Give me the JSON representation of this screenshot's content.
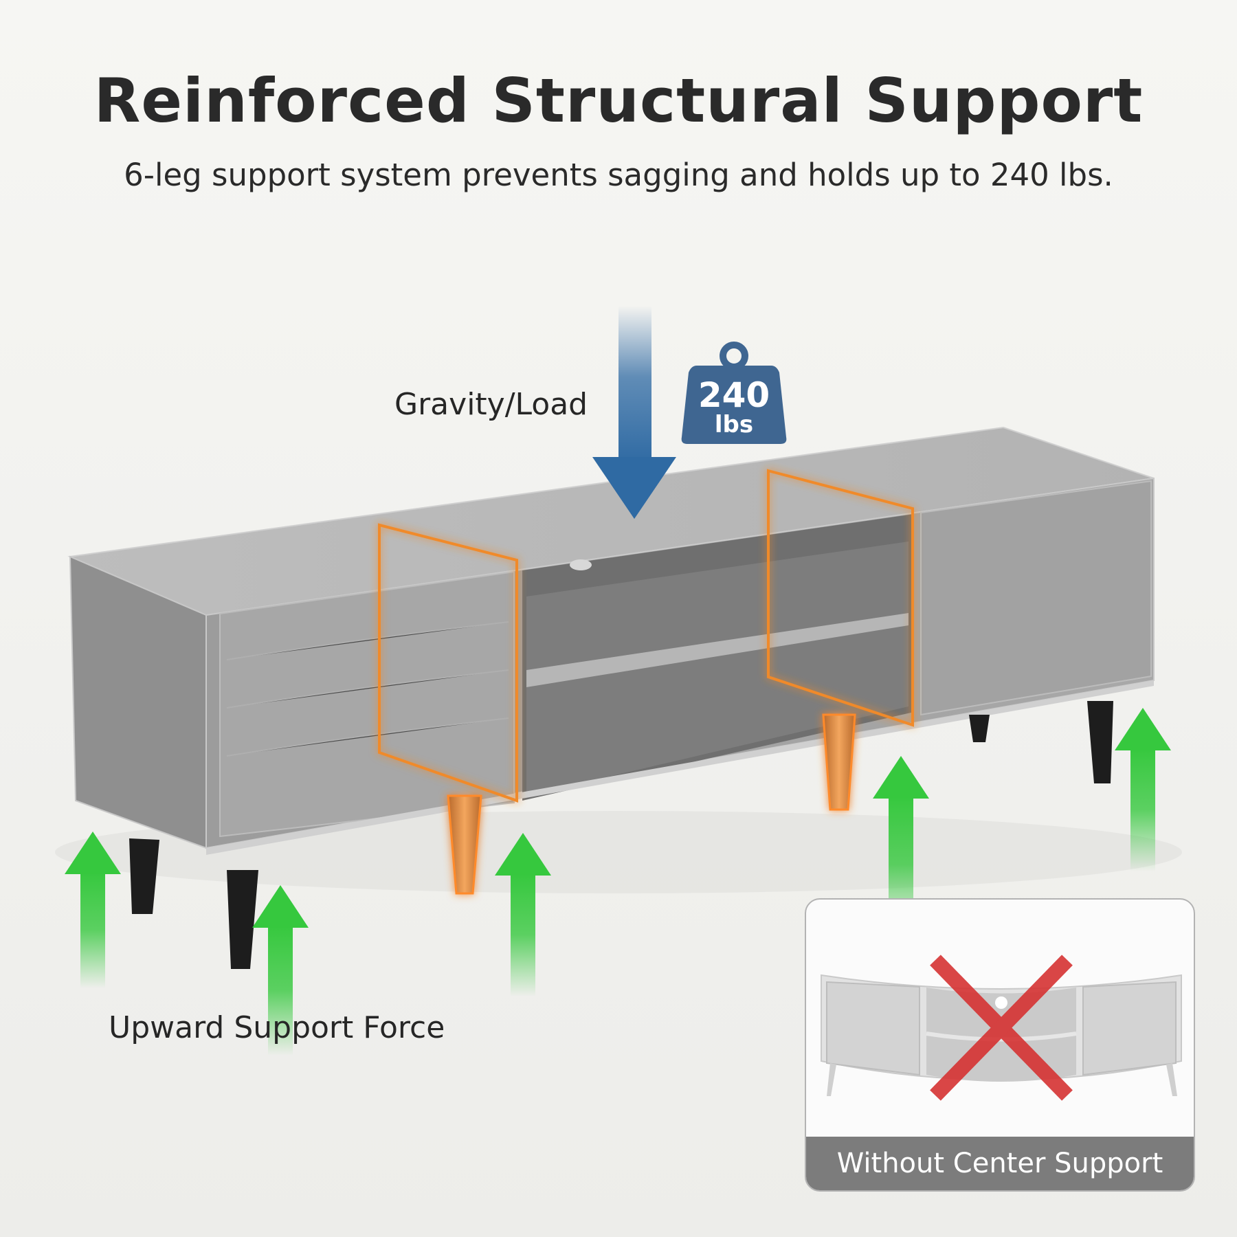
{
  "header": {
    "title": "Reinforced Structural Support",
    "subtitle": "6-leg support system prevents sagging and holds up to 240 lbs."
  },
  "annotations": {
    "gravity_label": "Gravity/Load",
    "upward_label": "Upward Support Force"
  },
  "weight_badge": {
    "value": "240",
    "unit": "lbs"
  },
  "inset": {
    "caption": "Without Center Support"
  },
  "colors": {
    "background": "#f2f2ef",
    "title_text": "#2a2a2a",
    "load_arrow": "#2f6aa3",
    "weight_badge": "#3f6691",
    "support_arrow": "#36c83e",
    "highlight": "#f08a2c",
    "cabinet": "#a3a3a3",
    "cross": "#d63333"
  },
  "icons": {
    "load_arrow": "down-arrow-icon",
    "support_arrows": "up-arrow-icon",
    "weight": "kettlebell-weight-icon",
    "no_support": "red-cross-icon"
  }
}
